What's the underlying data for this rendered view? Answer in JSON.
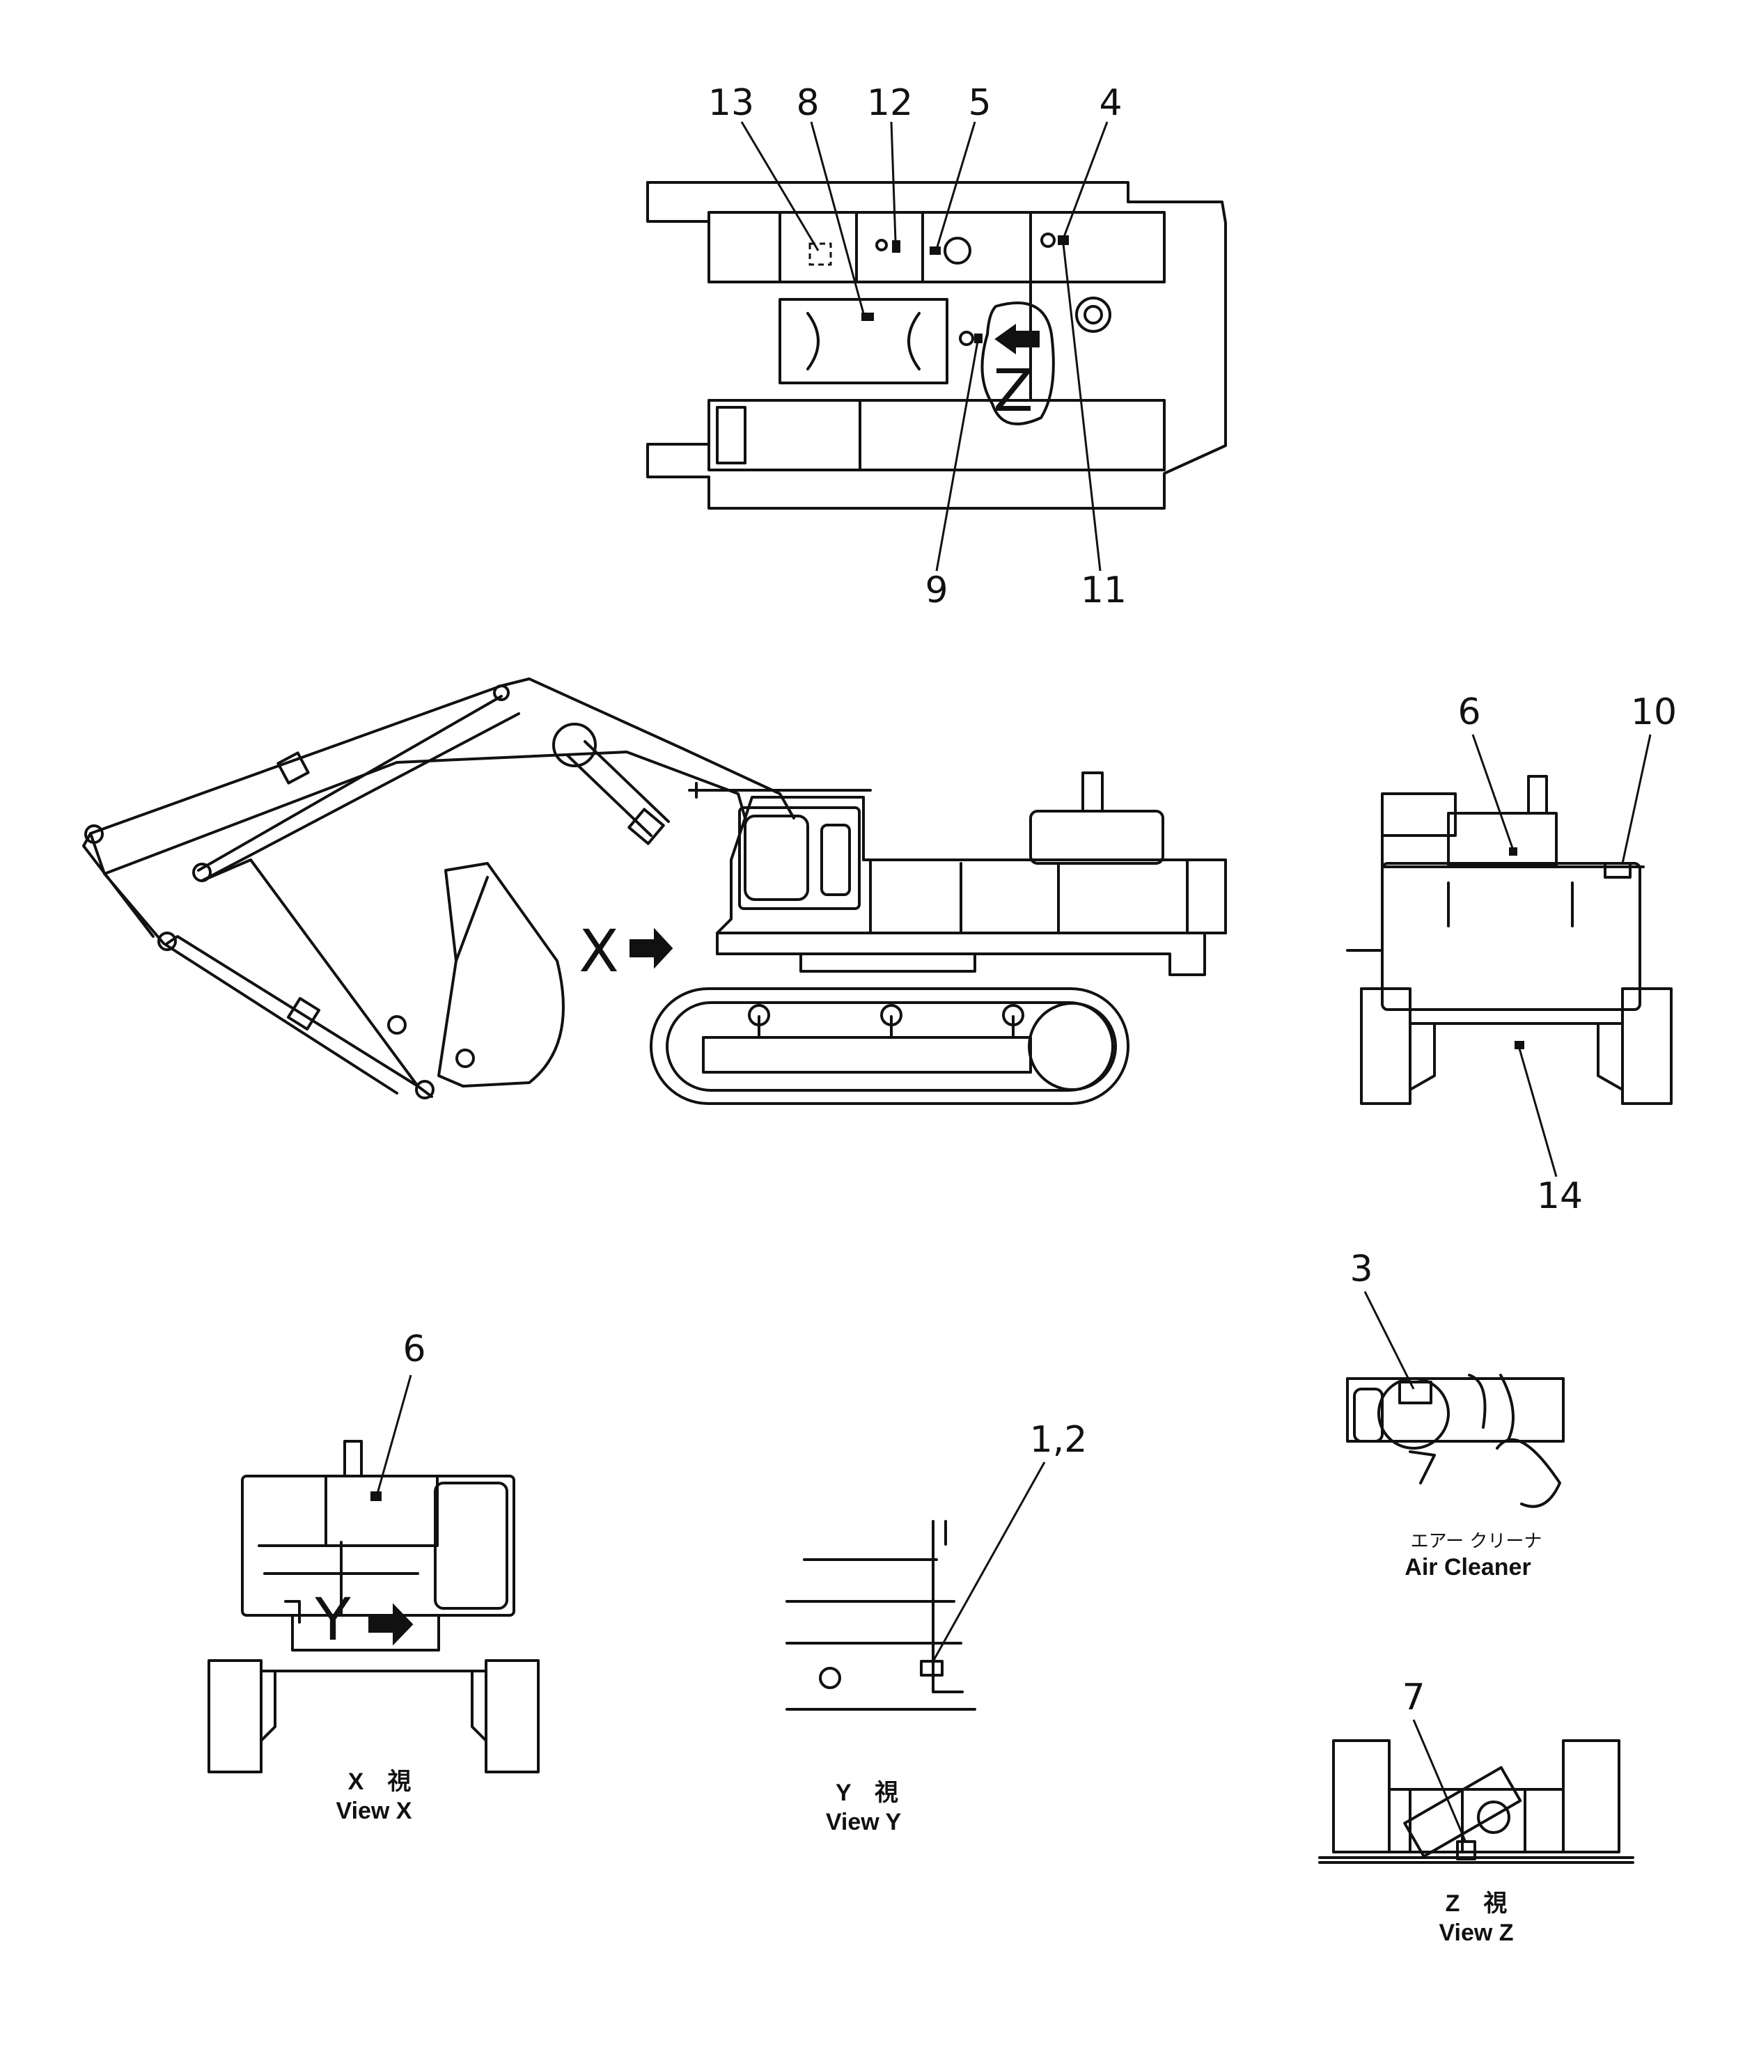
{
  "callouts": {
    "top": {
      "c13": "13",
      "c8": "8",
      "c12": "12",
      "c5": "5",
      "c4": "4",
      "c9": "9",
      "c11": "11",
      "z_mark": "Z"
    },
    "side": {
      "x_mark": "X"
    },
    "rear": {
      "c6": "6",
      "c10": "10",
      "c14": "14"
    },
    "view_x": {
      "c6": "6",
      "y_mark": "Y"
    },
    "view_y": {
      "c12": "1,2"
    },
    "air_cleaner": {
      "c3": "3"
    },
    "view_z": {
      "c7": "7"
    }
  },
  "captions": {
    "view_x": {
      "jp": "X　視",
      "en": "View X"
    },
    "view_y": {
      "jp": "Y　視",
      "en": "View Y"
    },
    "air_cleaner": {
      "jp": "エアー クリーナ",
      "en": "Air Cleaner"
    },
    "view_z": {
      "jp": "Z　視",
      "en": "View Z"
    }
  }
}
